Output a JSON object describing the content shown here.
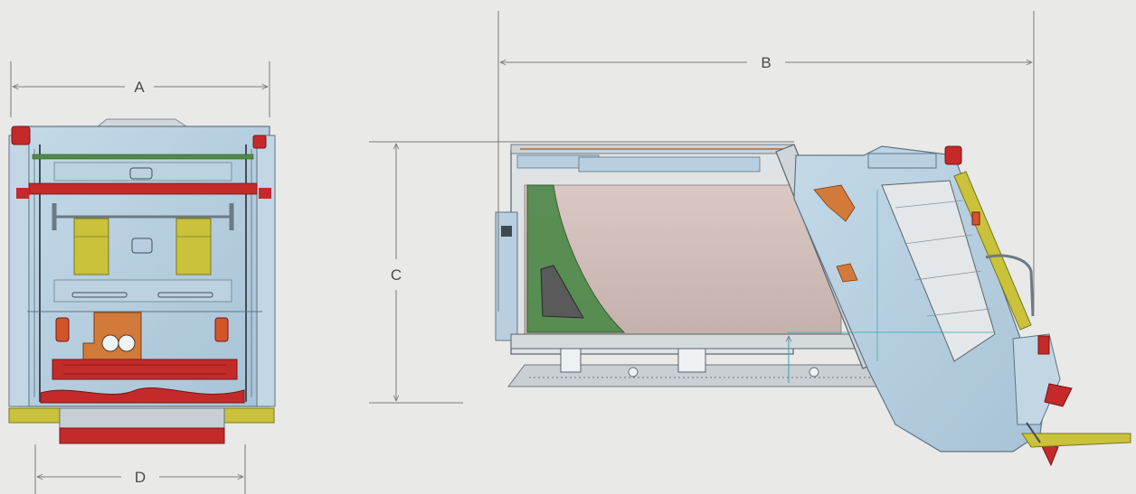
{
  "dimensions": {
    "a": "A",
    "b": "B",
    "c": "C",
    "d": "D"
  },
  "colors": {
    "background": "#e9e9e8",
    "body_blue": "#b4cfe0",
    "frame_gray": "#c9cfd3",
    "accent_red": "#c42a2a",
    "accent_yellow": "#c9c23a",
    "accent_orange": "#d27a3a",
    "accent_green": "#4f8a4b",
    "hopper_pink": "#cdbbb6",
    "dimension_line": "#7a7a7a"
  }
}
